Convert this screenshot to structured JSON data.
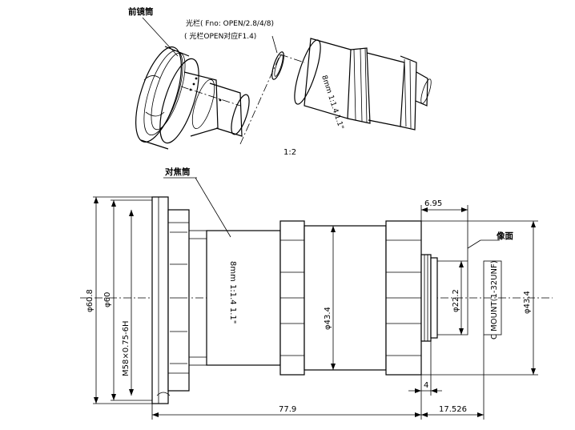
{
  "labels": {
    "front_tube": "前镜筒",
    "aperture_line1": "光栏( Fno: OPEN/2.8/4/8)",
    "aperture_line2": "( 光栏OPEN对应F1.4)",
    "scale": "1:2",
    "focus_tube": "对焦筒",
    "image_plane": "像面",
    "lens_marking": "8mm 1:1.4 1.1\"",
    "thread_spec": "M58×0.75-6H",
    "c_mount": "C MOUNT(1-32UNF)"
  },
  "dimensions": {
    "d_60_8": "φ60.8",
    "d_60": "φ60",
    "d_43_4_mid": "φ43.4",
    "d_43_4_right": "φ43.4",
    "d_22_2": "φ22.2",
    "len_6_95": "6.95",
    "len_4": "4",
    "len_77_9": "77.9",
    "len_17_526": "17.526"
  }
}
